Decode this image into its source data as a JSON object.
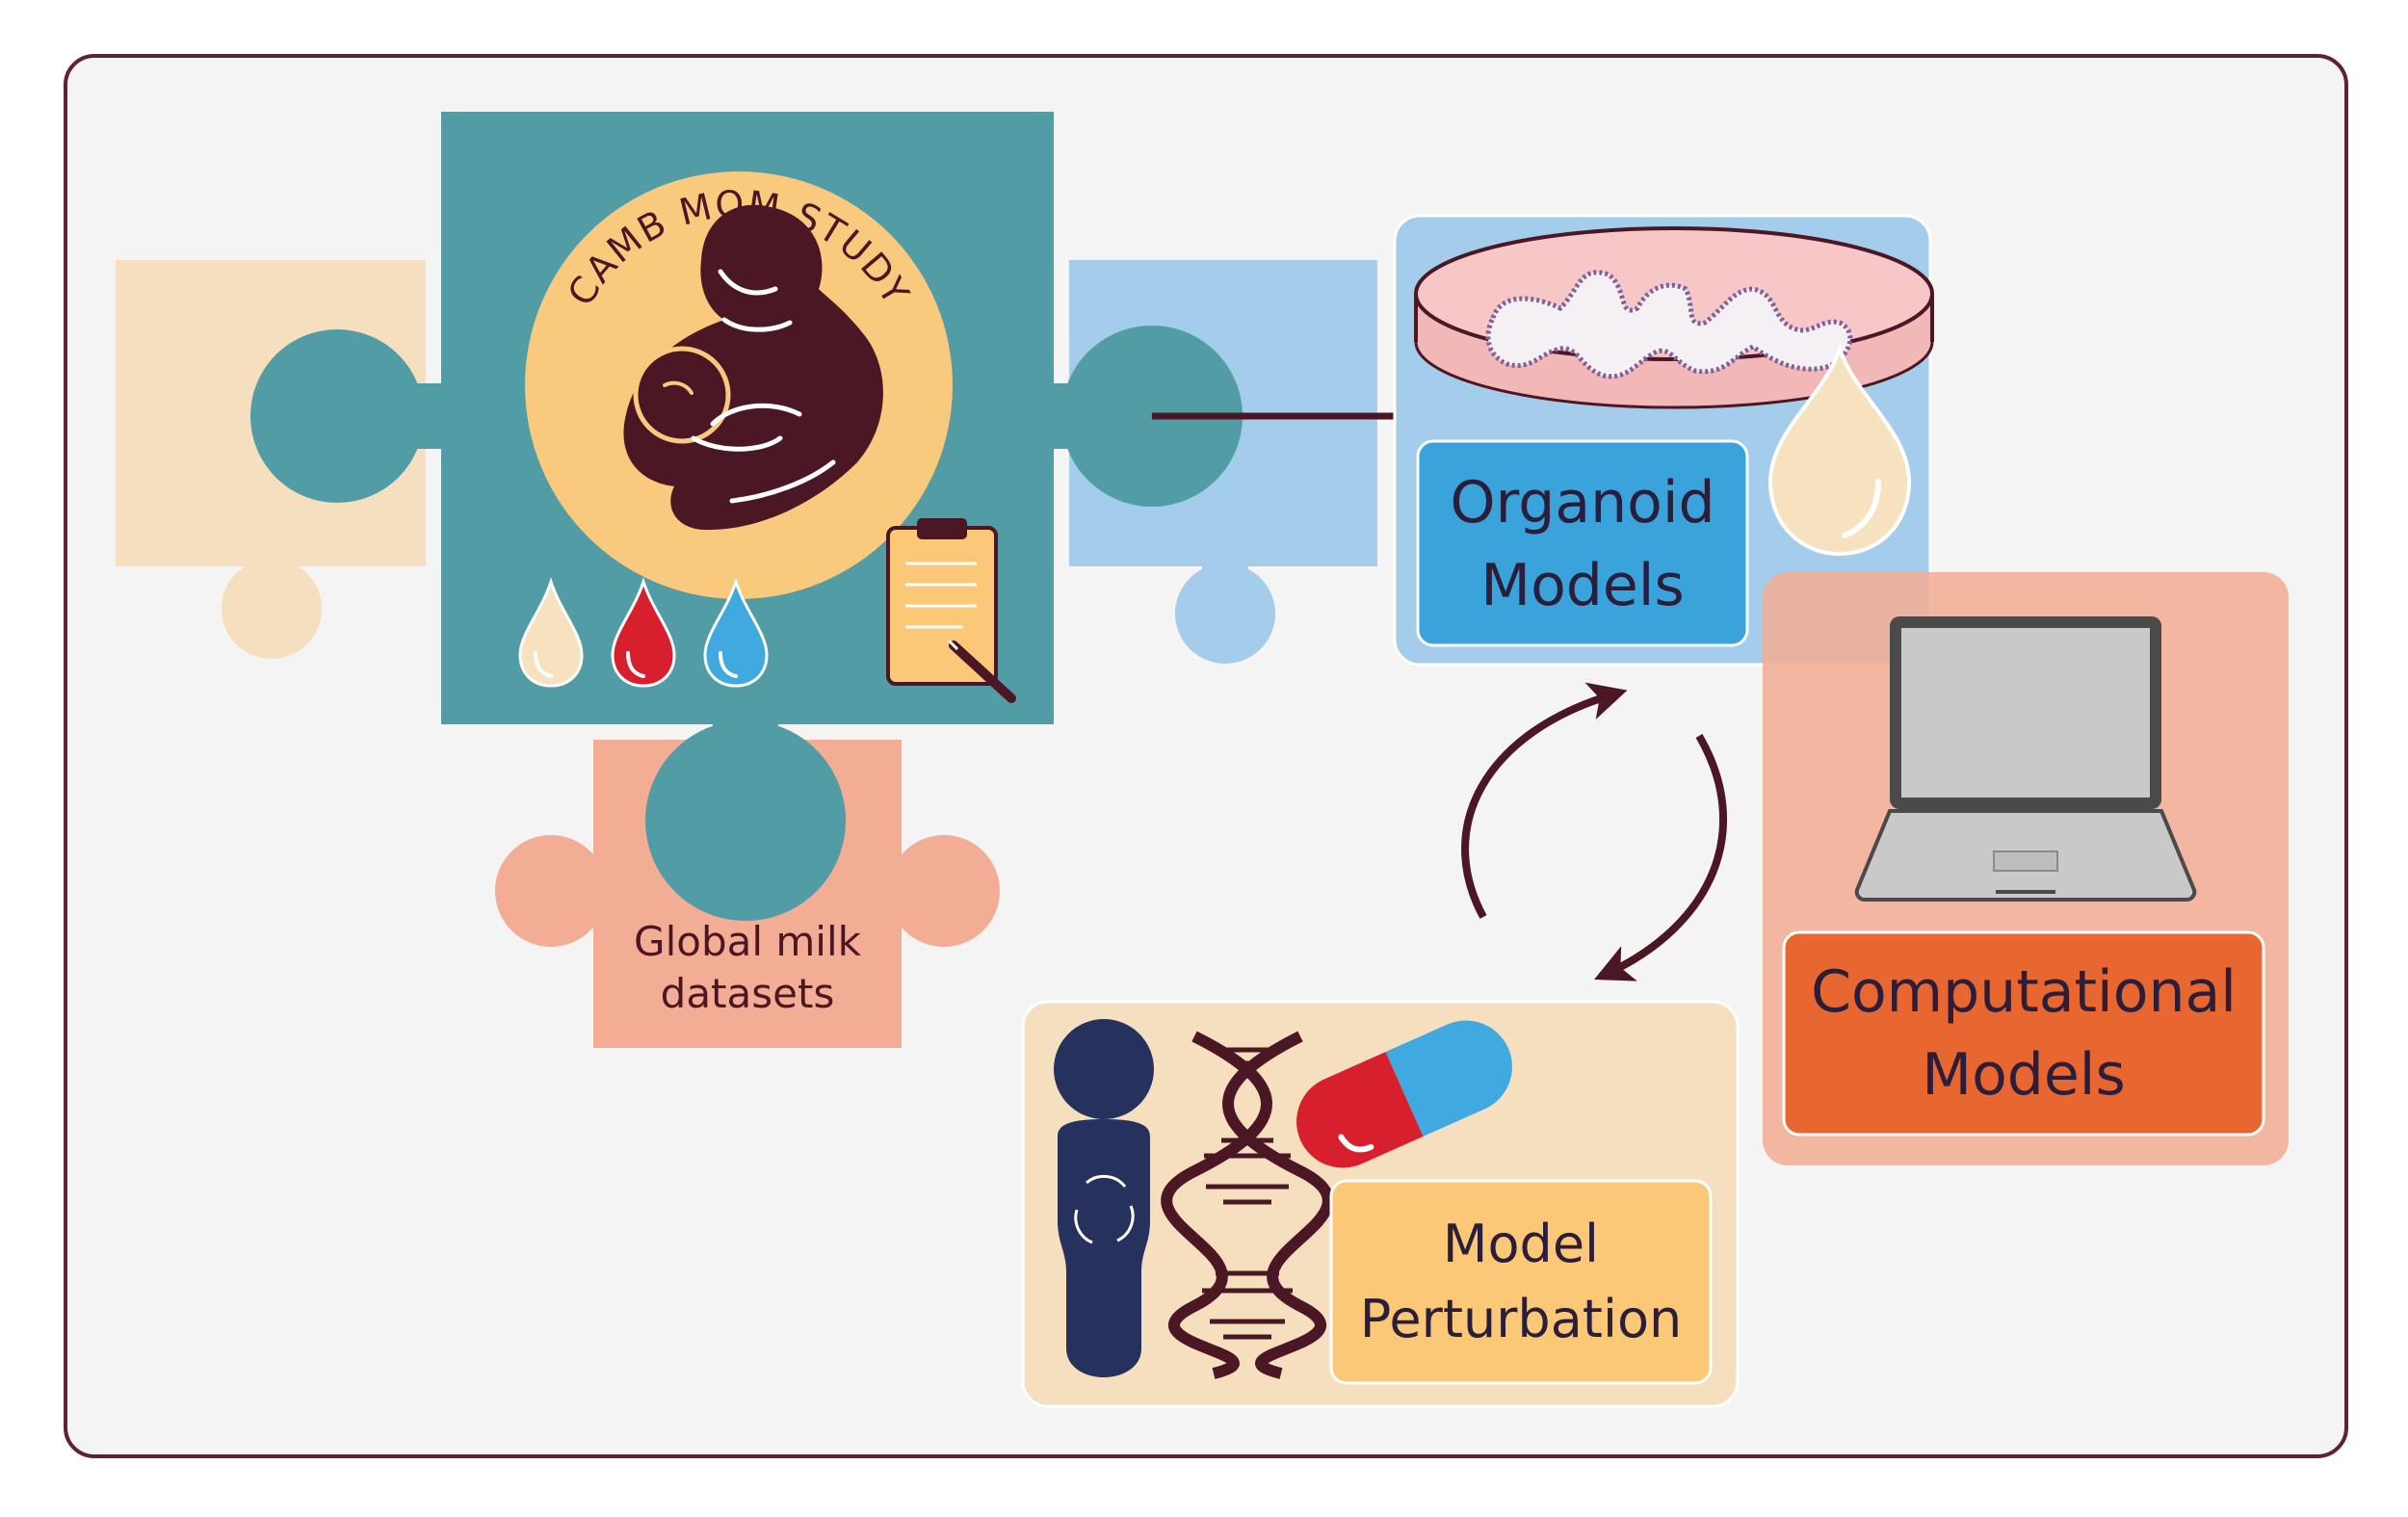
{
  "logo": {
    "arc_text": "CAMB MOM STUDY"
  },
  "labels": {
    "global_milk_line1": "Global milk",
    "global_milk_line2": "datasets",
    "organoid_line1": "Organoid",
    "organoid_line2": "Models",
    "computational_line1": "Computational",
    "computational_line2": "Models",
    "perturbation_line1": "Model",
    "perturbation_line2": "Perturbation"
  },
  "icons": {
    "droplets": [
      "milk-drop-icon",
      "blood-drop-icon",
      "water-drop-icon"
    ],
    "other": [
      "mother-nursing-icon",
      "clipboard-icon",
      "petri-dish-organoid-icon",
      "laptop-icon",
      "person-icon",
      "dna-helix-icon",
      "capsule-pill-icon"
    ]
  },
  "colors": {
    "frame_border": "#5e2231",
    "frame_fill": "#f4f4f4",
    "teal_piece": "#529ca6",
    "beige_piece": "#f6dfbf",
    "blue_piece": "#a3cdeb",
    "salmon_piece": "#f3ad94",
    "logo_circle": "#f9c97e",
    "dark_plum": "#4b1725",
    "organoid_box": "#3aa3dc",
    "computational_box": "#e86630",
    "perturbation_panel": "#f6dfbf",
    "perturbation_box": "#fbc878",
    "navy_person": "#27315d",
    "pill_red": "#d71f2e",
    "pill_blue": "#3fa9e0"
  }
}
